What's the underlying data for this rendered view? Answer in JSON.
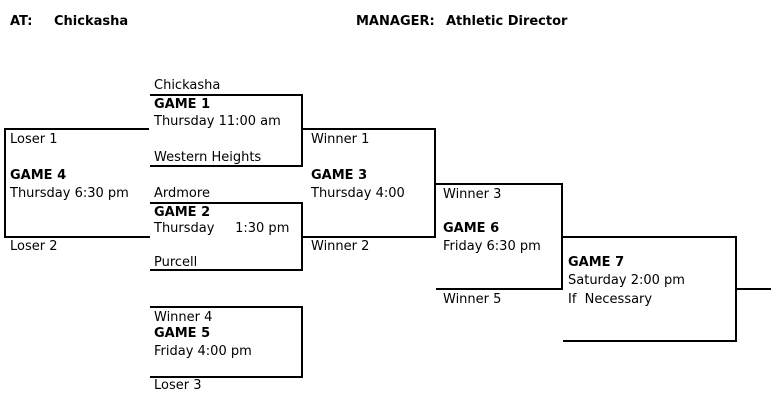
{
  "header": {
    "at_label": "AT:",
    "location": "Chickasha",
    "manager_label": "MANAGER:",
    "manager": "Athletic Director"
  },
  "game1": {
    "team_top": "Chickasha",
    "title": "GAME 1",
    "time": "Thursday 11:00 am",
    "team_bottom": "Western Heights"
  },
  "game2": {
    "team_top": "Ardmore",
    "title": "GAME 2",
    "time": "Thursday     1:30 pm",
    "team_bottom": "Purcell"
  },
  "game3": {
    "team_top": "Winner 1",
    "title": "GAME 3",
    "time": "Thursday 4:00",
    "team_bottom": "Winner 2"
  },
  "game4": {
    "team_top": "Loser 1",
    "title": "GAME 4",
    "time": "Thursday 6:30 pm",
    "team_bottom": "Loser 2"
  },
  "game5": {
    "team_top": "Winner 4",
    "title": "GAME 5",
    "time": "Friday 4:00 pm",
    "team_bottom": "Loser 3"
  },
  "game6": {
    "team_top": "Winner 3",
    "title": "GAME 6",
    "time": "Friday 6:30 pm",
    "team_bottom": "Winner 5"
  },
  "game7": {
    "title": "GAME 7",
    "time": "Saturday 2:00 pm",
    "note": "If  Necessary"
  }
}
